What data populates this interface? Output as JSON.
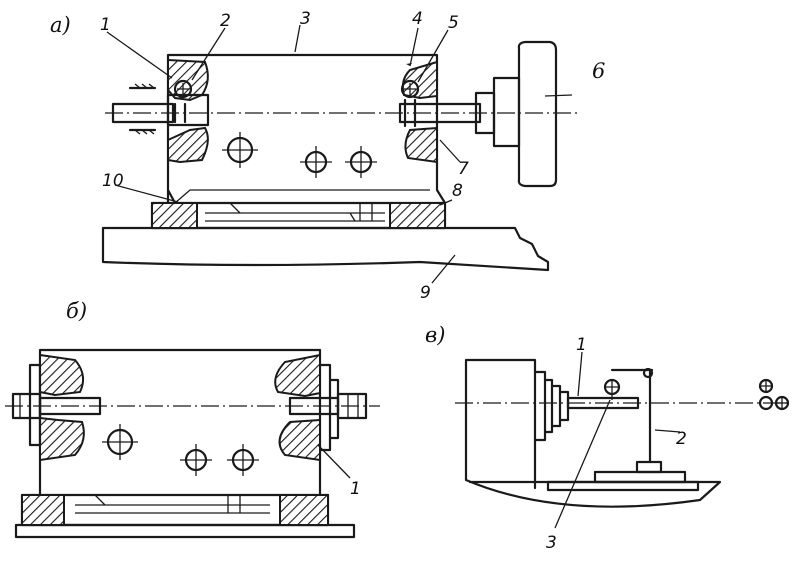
{
  "panels": {
    "a": {
      "letter": "а)",
      "callouts": [
        "1",
        "2",
        "3",
        "4",
        "5",
        "6",
        "7",
        "8",
        "9",
        "10"
      ]
    },
    "b": {
      "letter": "б)",
      "callouts": [
        "1"
      ]
    },
    "c": {
      "letter": "в)",
      "callouts": [
        "1",
        "2",
        "3"
      ]
    }
  }
}
